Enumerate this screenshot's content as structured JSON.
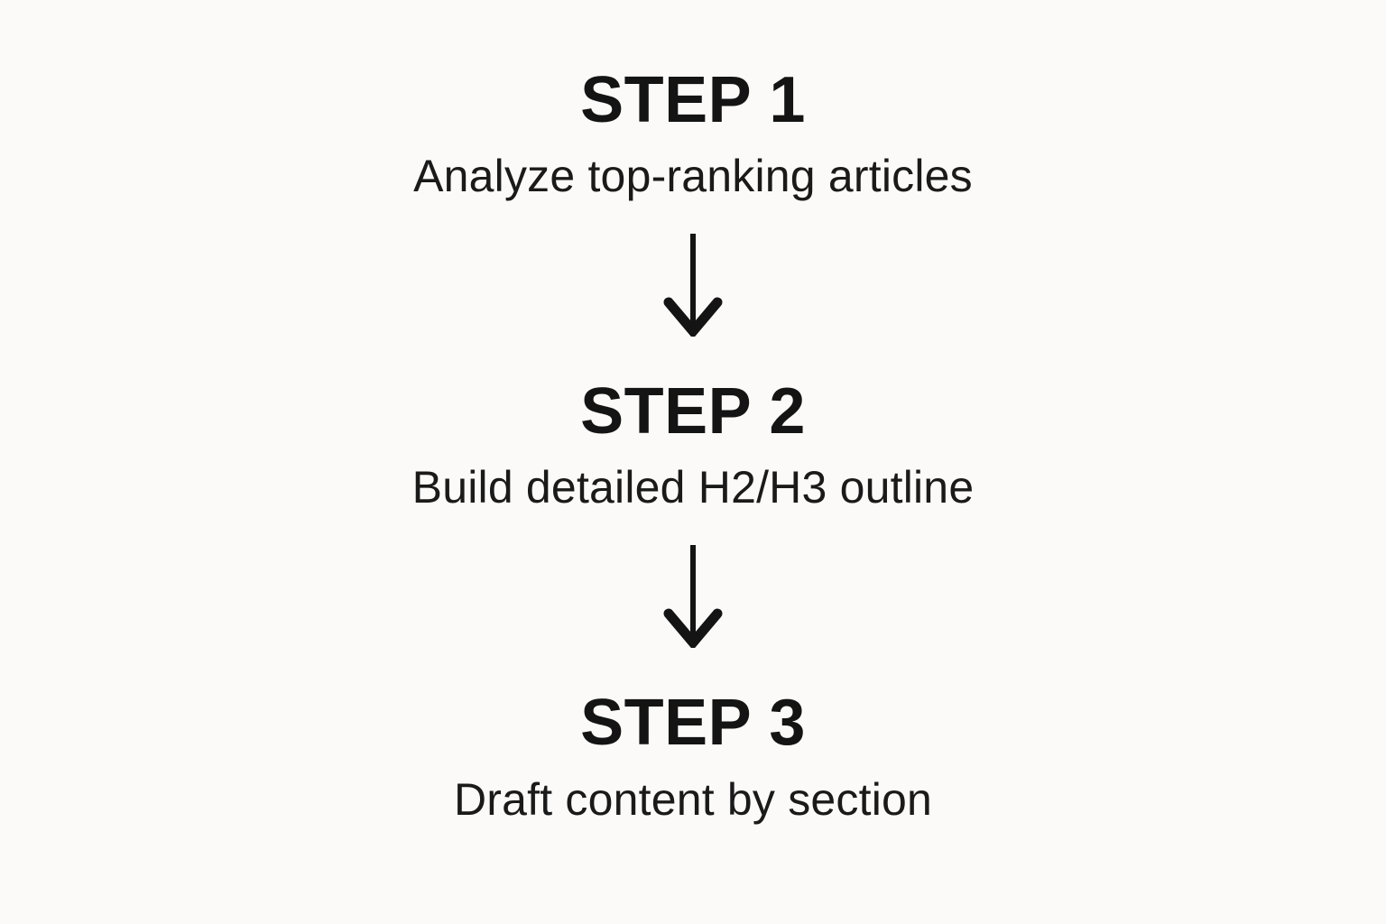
{
  "page": {
    "background_color": "#fbfaf8",
    "text_color": "#141414"
  },
  "diagram": {
    "type": "vertical-flow",
    "connector": "down-arrow",
    "steps": [
      {
        "title": "STEP 1",
        "description": "Analyze top-ranking articles"
      },
      {
        "title": "STEP 2",
        "description": "Build detailed H2/H3 outline"
      },
      {
        "title": "STEP 3",
        "description": "Draft content by section"
      }
    ]
  }
}
